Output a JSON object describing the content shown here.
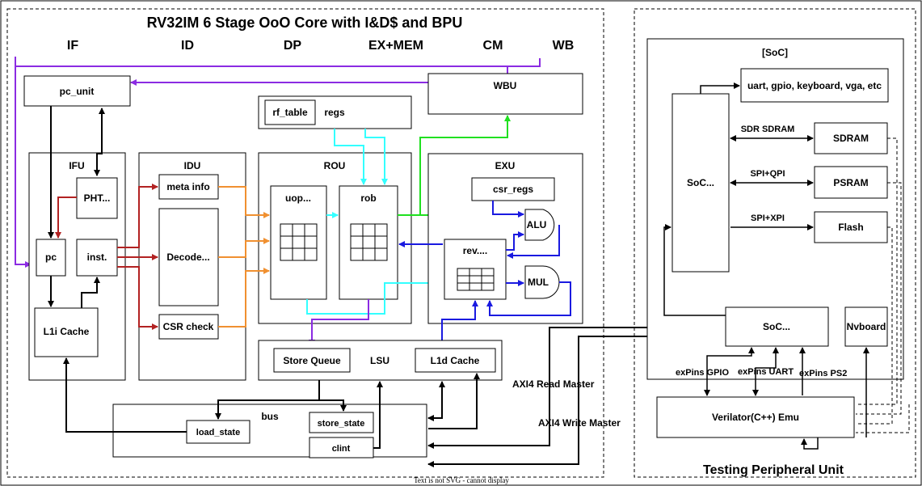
{
  "title": "RV32IM 6 Stage OoO Core with I&D$ and BPU",
  "stages": [
    {
      "label": "IF",
      "color": "#e02020"
    },
    {
      "label": "ID",
      "color": "#f09030"
    },
    {
      "label": "DP",
      "color": "#20e020"
    },
    {
      "label": "EX+MEM",
      "color": "#1a1ae0"
    },
    {
      "label": "CM",
      "color": "#20e020"
    },
    {
      "label": "WB",
      "color": "#8b2be2"
    }
  ],
  "blocks": {
    "pc_unit": "pc_unit",
    "wbu": "WBU",
    "rf_table": "rf_table",
    "regs": "regs",
    "ifu": "IFU",
    "pht": "PHT...",
    "pc": "pc",
    "inst": "inst.",
    "l1i": "L1i Cache",
    "idu": "IDU",
    "meta_info": "meta info",
    "decode": "Decode...",
    "csr_check": "CSR check",
    "rou": "ROU",
    "uop": "uop...",
    "rob": "rob",
    "exu": "EXU",
    "csr_regs": "csr_regs",
    "alu": "ALU",
    "rev": "rev....",
    "mul": "MUL",
    "lsu": "LSU",
    "store_queue": "Store Queue",
    "l1d": "L1d Cache",
    "bus": "bus",
    "load_state": "load_state",
    "store_state": "store_state",
    "clint": "clint"
  },
  "bus_labels": {
    "axi_read": "AXI4 Read Master",
    "axi_write": "AXI4 Write Master"
  },
  "peripheral": {
    "title": "Testing Peripheral Unit",
    "soc_group": "[SoC]",
    "soc_inner": "SoC...",
    "uart_etc": "uart, gpio, keyboard, vga, etc",
    "sdram_link": "SDR SDRAM",
    "sdram": "SDRAM",
    "psram_link": "SPI+QPI",
    "psram": "PSRAM",
    "flash_link": "SPI+XPI",
    "flash": "Flash",
    "soc_outer": "SoC...",
    "nvboard": "Nvboard",
    "gpio": "exPins GPIO",
    "uart": "exPins UART",
    "ps2": "exPins PS2",
    "emu": "Verilator(C++) Emu"
  },
  "footer_note": "Text is not SVG - cannot display"
}
